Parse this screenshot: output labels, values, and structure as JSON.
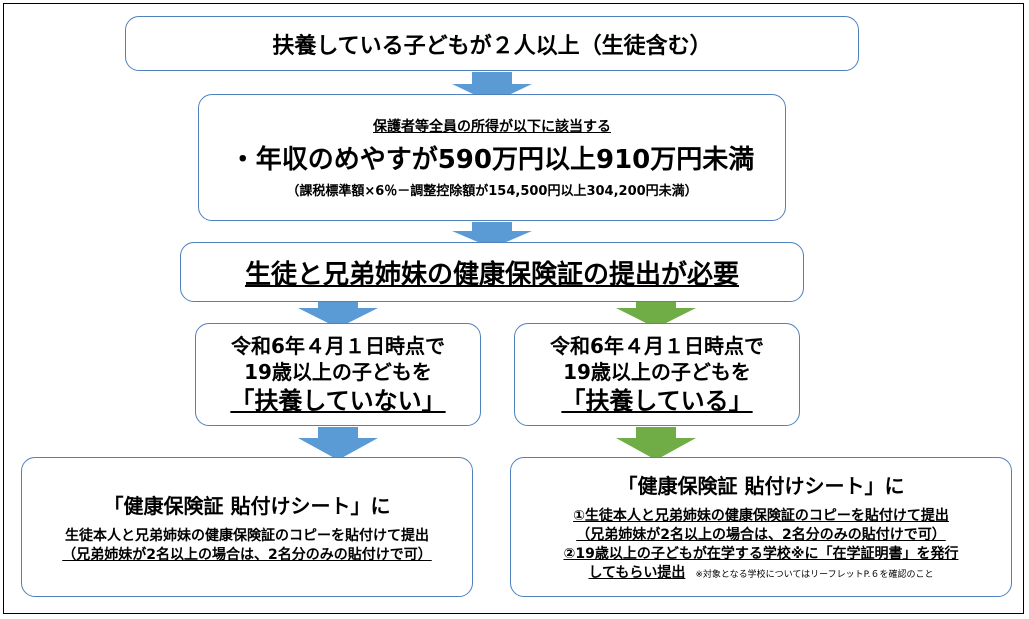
{
  "step1": {
    "text": "扶養している子どもが２人以上（生徒含む）"
  },
  "step2": {
    "condition": "保護者等全員の所得が以下に該当する",
    "income": "・年収のめやすが590万円以上910万円未満",
    "formula": "（課税標準額×6％－調整控除額が154,500円以上304,200円未満）"
  },
  "step3": {
    "text": "生徒と兄弟姉妹の健康保険証の提出が必要"
  },
  "branch_left": {
    "line1": "令和6年４月１日時点で",
    "line2": "19歳以上の子どもを",
    "line3": "「扶養していない」"
  },
  "branch_right": {
    "line1": "令和6年４月１日時点で",
    "line2": "19歳以上の子どもを",
    "line3": "「扶養している」"
  },
  "result_left": {
    "title": "「健康保険証 貼付けシート」に",
    "line1": "生徒本人と兄弟姉妹の健康保険証のコピーを貼付けて提出",
    "line2": "（兄弟姉妹が2名以上の場合は、2名分のみの貼付けで可）"
  },
  "result_right": {
    "title": "「健康保険証 貼付けシート」に",
    "line1": "①生徒本人と兄弟姉妹の健康保険証のコピーを貼付けて提出",
    "line2": "（兄弟姉妹が2名以上の場合は、2名分のみの貼付けで可）",
    "line3": "②19歳以上の子どもが在学する学校※に「在学証明書」を発行",
    "line4": "してもらい提出",
    "note": "※対象となる学校についてはリーフレットP.６を確認のこと"
  },
  "colors": {
    "box_border": "#4f81bd",
    "arrow_blue": "#5b9bd5",
    "arrow_green": "#70ad47"
  }
}
